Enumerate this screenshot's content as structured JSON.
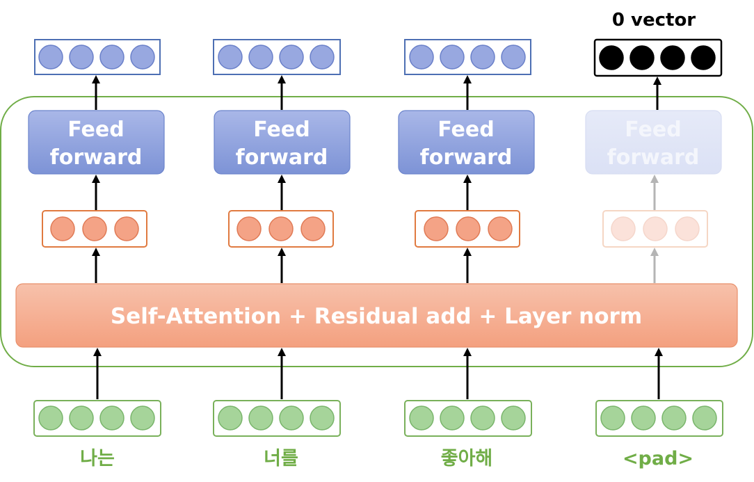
{
  "block": {
    "attention_label": "Self-Attention + Residual add + Layer norm",
    "feed_forward_lines": [
      "Feed",
      "forward"
    ]
  },
  "top": {
    "zero_vector_label": "0 vector"
  },
  "tokens": [
    "나는",
    "너를",
    "좋아해",
    "<pad>"
  ],
  "colors": {
    "container_border": "#70ad47",
    "feed_forward": "#7f96d6",
    "attention": "#f4a07f",
    "token_text": "#70ad47",
    "arrow": "#000000",
    "faded_arrow": "#b0b0b0"
  }
}
